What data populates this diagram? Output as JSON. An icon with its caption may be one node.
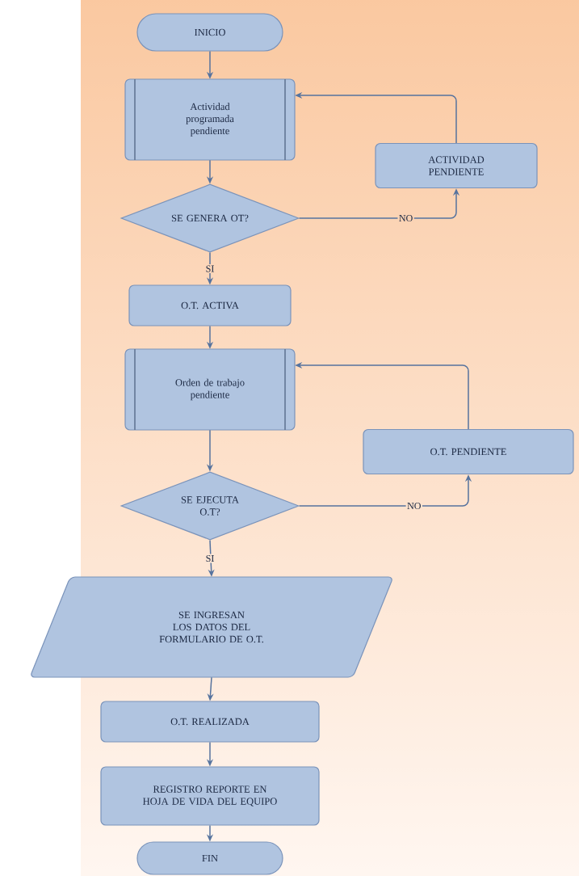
{
  "diagram": {
    "nodes": [
      {
        "text": [
          "INICIO"
        ]
      },
      {
        "text": [
          "Actividad programada pendiente"
        ]
      },
      {
        "text": [
          "ACTIVIDAD PENDIENTE"
        ]
      },
      {
        "text": [
          "SE GENERA OT?"
        ]
      },
      {
        "text": [
          "O.T. ACTIVA"
        ]
      },
      {
        "text": [
          "Orden de trabajo pendiente"
        ]
      },
      {
        "text": [
          "O.T. PENDIENTE"
        ]
      },
      {
        "text": [
          "SE EJECUTA O.T?"
        ]
      },
      {
        "text": [
          "SE INGRESAN LOS DATOS DEL FORMULARIO DE O.T."
        ]
      },
      {
        "text": [
          "O.T. REALIZADA"
        ]
      },
      {
        "text": [
          "REGISTRO REPORTE EN HOJA DE VIDA DEL EQUIPO"
        ]
      },
      {
        "text": [
          "FIN"
        ]
      }
    ],
    "edges": [
      {
        "from": 0,
        "to": 1,
        "arrow": "to"
      },
      {
        "from": 1,
        "to": 3,
        "arrow": "to"
      },
      {
        "from": 3,
        "to": 2,
        "arrow": "to",
        "label": "NO"
      },
      {
        "from": 2,
        "to": 1,
        "arrow": "to"
      },
      {
        "from": 3,
        "to": 4,
        "arrow": "to",
        "label": "SI"
      },
      {
        "from": 4,
        "to": 5,
        "arrow": "to"
      },
      {
        "from": 5,
        "to": 7,
        "arrow": "to"
      },
      {
        "from": 7,
        "to": 6,
        "arrow": "to",
        "label": "NO"
      },
      {
        "from": 6,
        "to": 5,
        "arrow": "to"
      },
      {
        "from": 7,
        "to": 8,
        "arrow": "to",
        "label": "SI"
      },
      {
        "from": 8,
        "to": 9,
        "arrow": "to"
      },
      {
        "from": 9,
        "to": 10,
        "arrow": "to"
      },
      {
        "from": 10,
        "to": 11,
        "arrow": "to"
      }
    ]
  }
}
